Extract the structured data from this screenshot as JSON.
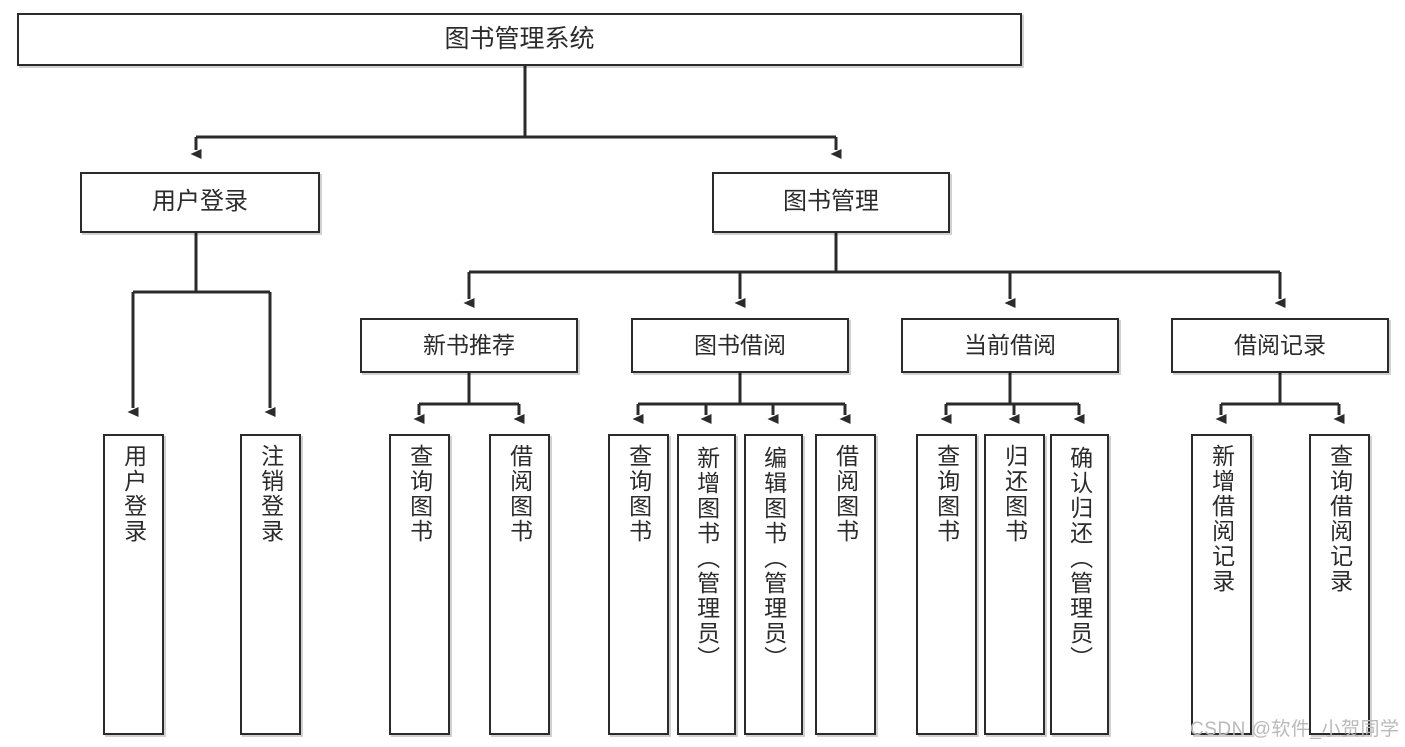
{
  "diagram": {
    "title": "图书管理系统",
    "type": "tree-hierarchy-chart",
    "nodes": {
      "root": {
        "label": "图书管理系统"
      },
      "level1": [
        {
          "id": "user-login",
          "label": "用户登录"
        },
        {
          "id": "book-management",
          "label": "图书管理"
        }
      ],
      "level2": [
        {
          "id": "new-book-recommend",
          "label": "新书推荐"
        },
        {
          "id": "book-borrow",
          "label": "图书借阅"
        },
        {
          "id": "current-borrow",
          "label": "当前借阅"
        },
        {
          "id": "borrow-record",
          "label": "借阅记录"
        }
      ],
      "leaves": [
        {
          "id": "leaf-user-login",
          "label": "用户登录",
          "parent": "user-login"
        },
        {
          "id": "leaf-logout-login",
          "label": "注销登录",
          "parent": "user-login"
        },
        {
          "id": "leaf-query-book-1",
          "label": "查询图书",
          "parent": "new-book-recommend"
        },
        {
          "id": "leaf-borrow-book-1",
          "label": "借阅图书",
          "parent": "new-book-recommend"
        },
        {
          "id": "leaf-query-book-2",
          "label": "查询图书",
          "parent": "book-borrow"
        },
        {
          "id": "leaf-add-book-admin",
          "label": "新增图书（管理员）",
          "parent": "book-borrow"
        },
        {
          "id": "leaf-edit-book-admin",
          "label": "编辑图书（管理员）",
          "parent": "book-borrow"
        },
        {
          "id": "leaf-borrow-book-2",
          "label": "借阅图书",
          "parent": "book-borrow"
        },
        {
          "id": "leaf-query-book-3",
          "label": "查询图书",
          "parent": "current-borrow"
        },
        {
          "id": "leaf-return-book",
          "label": "归还图书",
          "parent": "current-borrow"
        },
        {
          "id": "leaf-confirm-return-admin",
          "label": "确认归还（管理员）",
          "parent": "current-borrow"
        },
        {
          "id": "leaf-add-borrow-record",
          "label": "新增借阅记录",
          "parent": "borrow-record"
        },
        {
          "id": "leaf-query-borrow-record",
          "label": "查询借阅记录",
          "parent": "borrow-record"
        }
      ]
    },
    "watermark": "CSDN @软件_小贺同学",
    "colors": {
      "stroke": "#2b2b2b",
      "fill": "#ffffff",
      "text": "#2b2b2b",
      "watermark": "#b9b9b9"
    }
  }
}
